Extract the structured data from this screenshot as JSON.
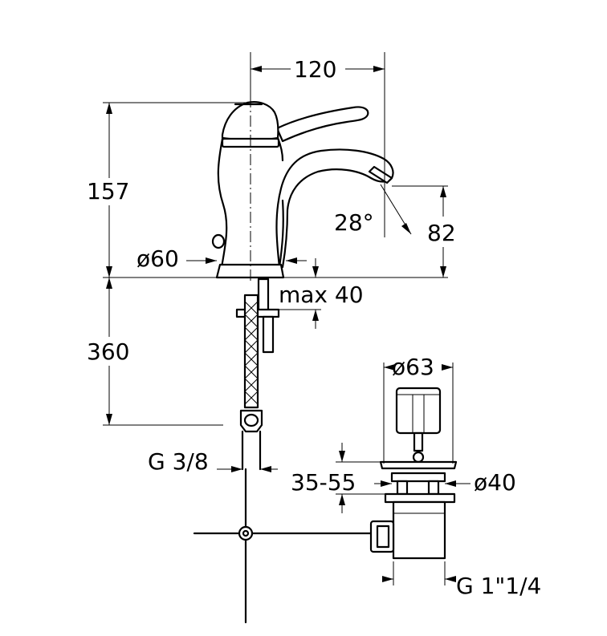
{
  "dimensions": {
    "spout_reach": "120",
    "tap_height": "157",
    "spout_angle": "28°",
    "spout_height": "82",
    "base_diameter": "ø60",
    "max_deck_thickness": "max 40",
    "hose_length": "360",
    "inlet_thread": "G 3/8",
    "waste_cap_diameter": "ø63",
    "waste_thickness_range": "35-55",
    "waste_hole_diameter": "ø40",
    "waste_outlet_thread": "G 1\"1/4"
  },
  "colors": {
    "line": "#000000",
    "background": "#ffffff"
  }
}
